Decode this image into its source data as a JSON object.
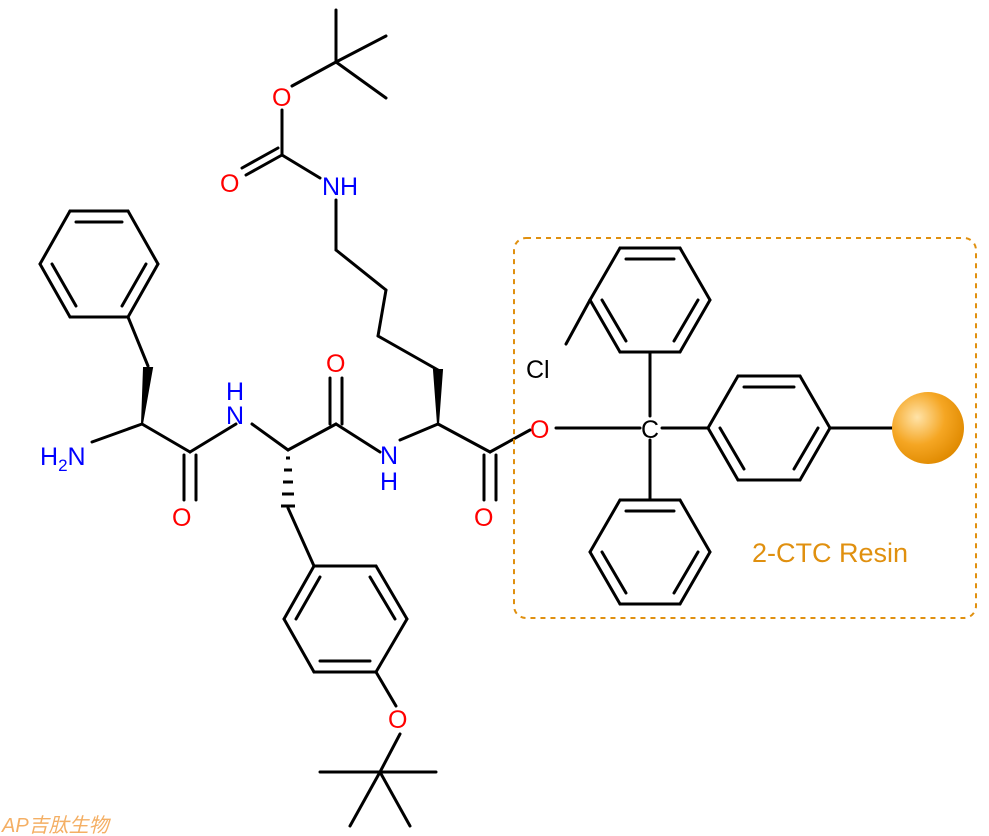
{
  "diagram": {
    "atoms": {
      "nh2_label": "H2N",
      "nh_phe_tyr": "N",
      "nh_phe_tyr_h": "H",
      "nh_tyr_lys": "N",
      "nh_tyr_lys_h": "H",
      "nh_boc": "NH",
      "o_phe": "O",
      "o_tyr": "O",
      "o_lys": "O",
      "o_ester": "O",
      "o_boc_carbonyl": "O",
      "o_boc_ester": "O",
      "o_tbu_ether": "O",
      "cl": "Cl",
      "c_trityl": "C"
    },
    "resin": {
      "label": "2-CTC Resin"
    },
    "watermark": {
      "text": "AP吉肽生物"
    },
    "colors": {
      "bond": "#000000",
      "oxygen": "#ff0000",
      "nitrogen": "#0000ff",
      "resin_accent": "#e0900f",
      "resin_bead": "#f5a623"
    }
  }
}
